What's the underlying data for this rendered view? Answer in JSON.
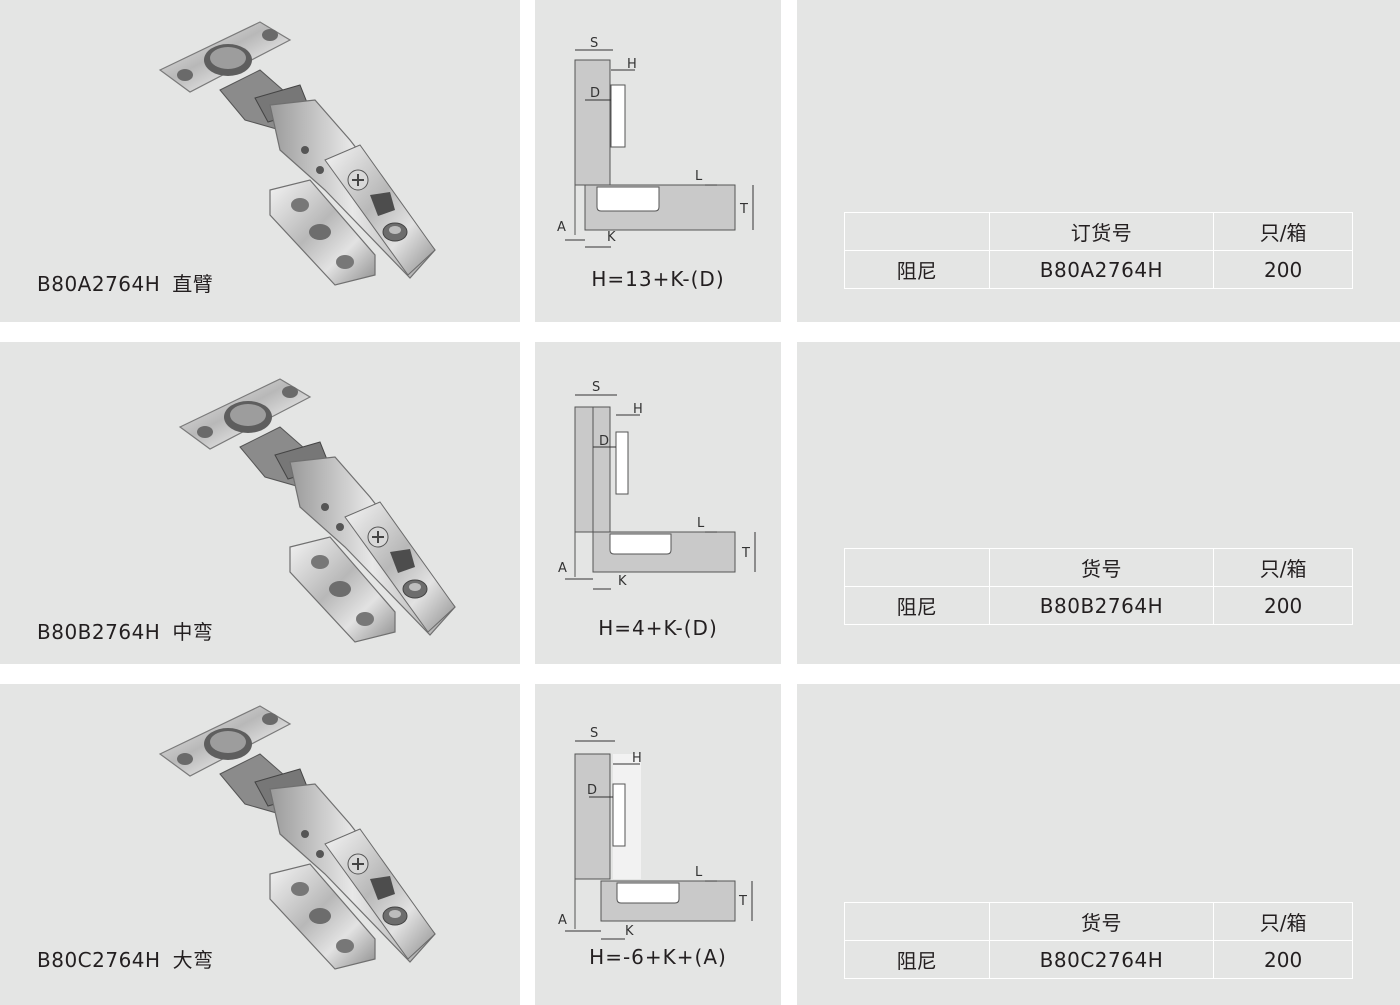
{
  "rows": [
    {
      "caption_code": "B80A2764H",
      "caption_type": "直臂",
      "formula": "H=13+K-(D)",
      "table": {
        "header": [
          "",
          "订货号",
          "只/箱"
        ],
        "cells": [
          "阻尼",
          "B80A2764H",
          "200"
        ]
      }
    },
    {
      "caption_code": "B80B2764H",
      "caption_type": "中弯",
      "formula": "H=4+K-(D)",
      "table": {
        "header": [
          "",
          "货号",
          "只/箱"
        ],
        "cells": [
          "阻尼",
          "B80B2764H",
          "200"
        ]
      }
    },
    {
      "caption_code": "B80C2764H",
      "caption_type": "大弯",
      "formula": "H=-6+K+(A)",
      "table": {
        "header": [
          "",
          "货号",
          "只/箱"
        ],
        "cells": [
          "阻尼",
          "B80C2764H",
          "200"
        ]
      }
    }
  ],
  "diagram_labels": {
    "s": "S",
    "h": "H",
    "d": "D",
    "l": "L",
    "t": "T",
    "a": "A",
    "k": "K"
  },
  "colors": {
    "panel": "#e4e5e4",
    "diagram_fill": "#c9c9c9",
    "text": "#231f20"
  }
}
